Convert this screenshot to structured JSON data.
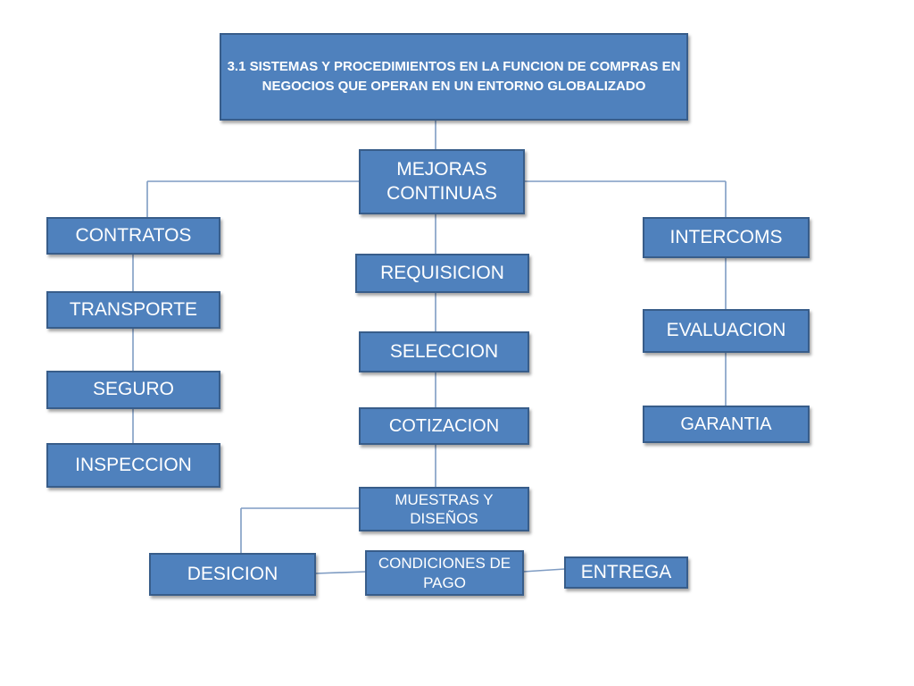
{
  "diagram": {
    "title": "3.1 SISTEMAS Y PROCEDIMIENTOS EN LA FUNCION DE COMPRAS EN NEGOCIOS QUE OPERAN EN UN ENTORNO GLOBALIZADO",
    "root": "MEJORAS CONTINUAS",
    "left_branch": [
      "CONTRATOS",
      "TRANSPORTE",
      "SEGURO",
      "INSPECCION"
    ],
    "center_branch": [
      "REQUISICION",
      "SELECCION",
      "COTIZACION",
      "MUESTRAS Y DISEÑOS"
    ],
    "right_branch": [
      "INTERCOMS",
      "EVALUACION",
      "GARANTIA"
    ],
    "bottom_row": {
      "left": "DESICION",
      "center": "CONDICIONES DE PAGO",
      "right": "ENTREGA"
    }
  },
  "colors": {
    "box_fill": "#4f81bd",
    "box_border": "#385d8a",
    "connector": "#7f9cc3",
    "text": "#ffffff"
  }
}
